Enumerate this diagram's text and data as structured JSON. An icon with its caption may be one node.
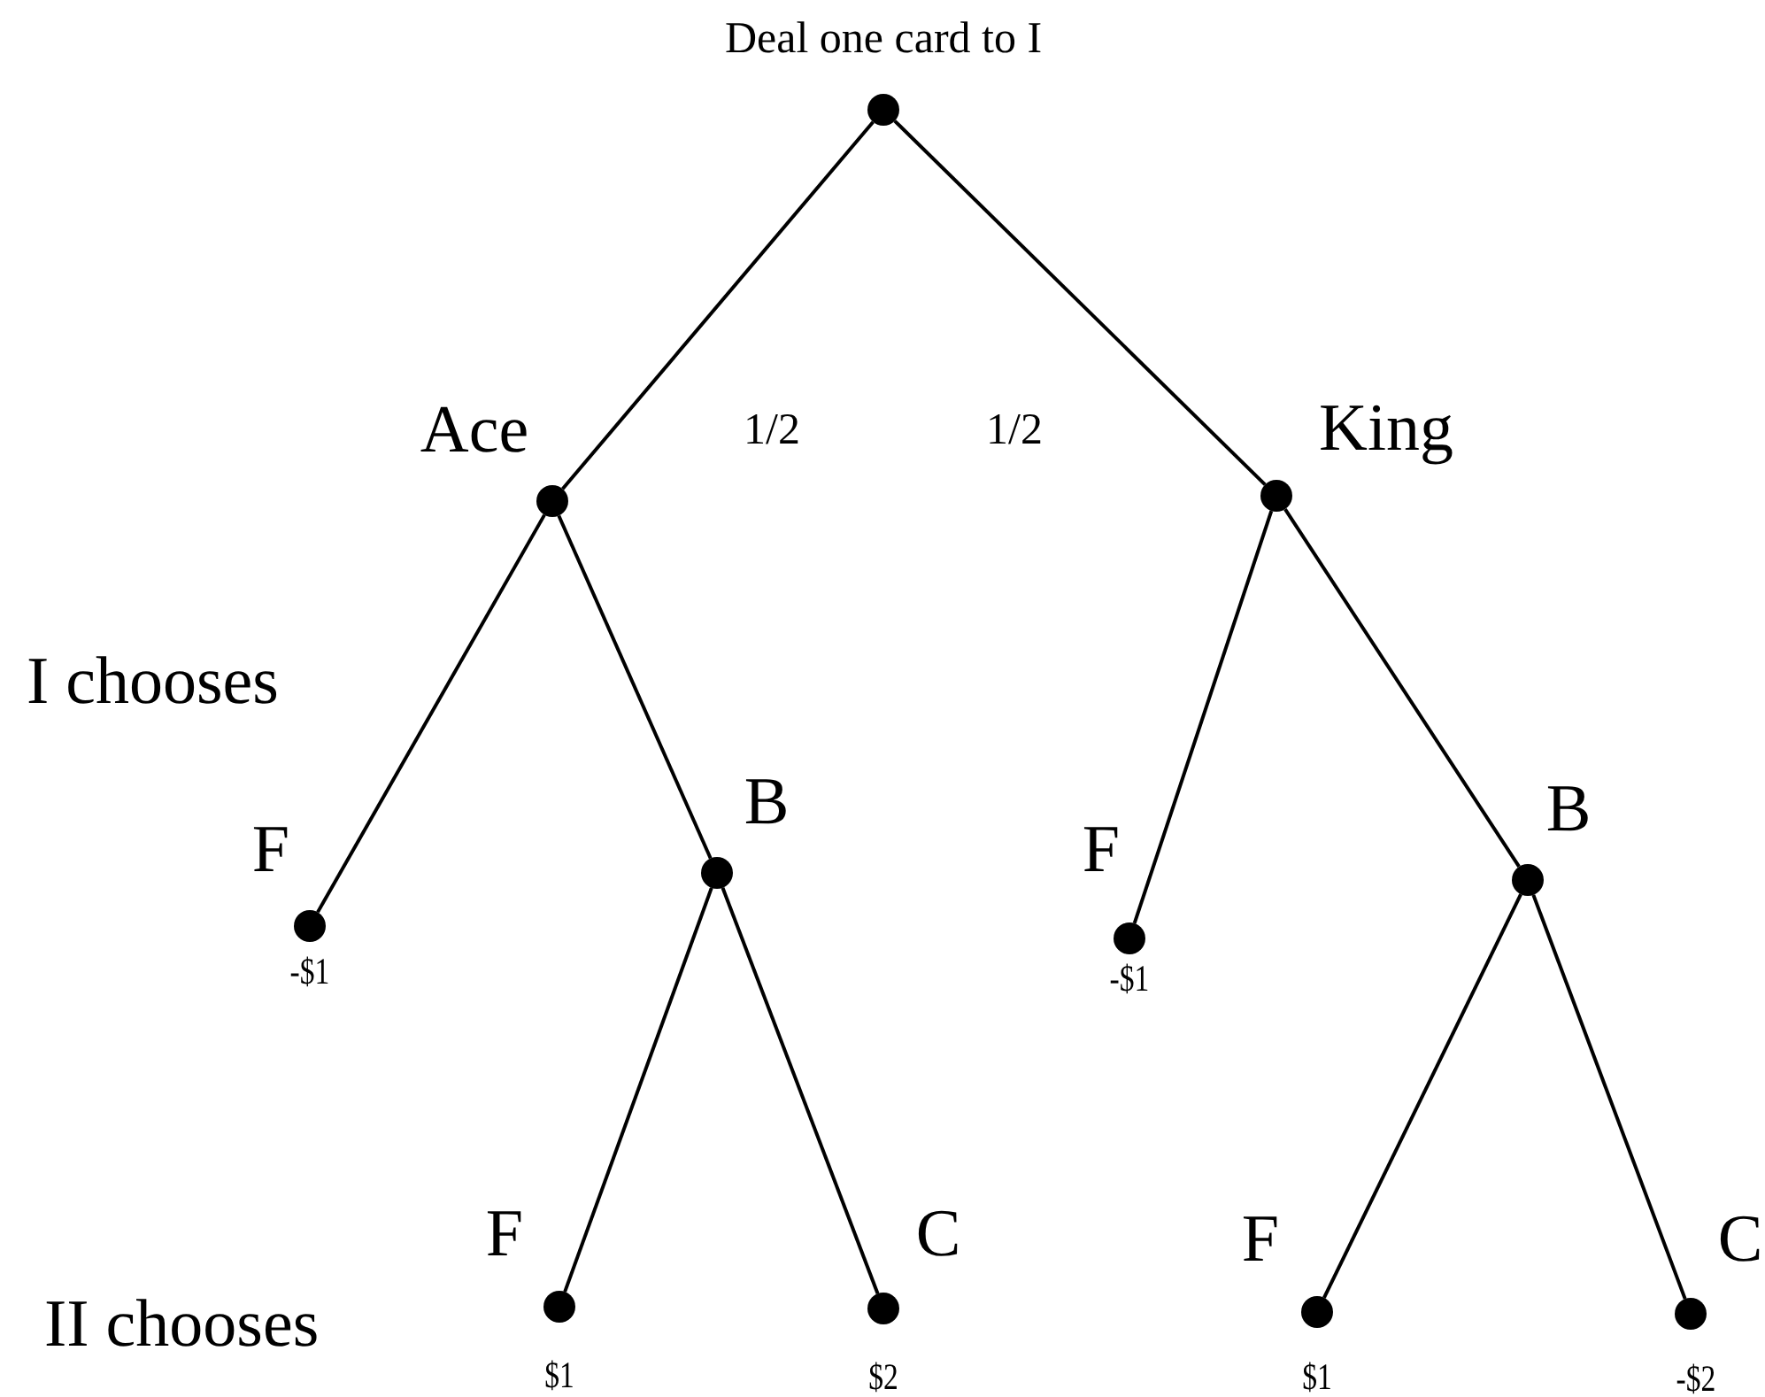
{
  "diagram": {
    "nodes": [
      {
        "text": [
          "Deal one card to I"
        ]
      },
      {
        "text": [
          "Ace"
        ]
      },
      {
        "text": [
          "King"
        ]
      },
      {
        "text": [
          "F"
        ],
        "beside": [
          "-$1"
        ]
      },
      {
        "text": [
          "B"
        ]
      },
      {
        "text": [
          "F"
        ],
        "beside": [
          "-$1"
        ]
      },
      {
        "text": [
          "B"
        ]
      },
      {
        "text": [
          "F"
        ],
        "beside": [
          "$1"
        ]
      },
      {
        "text": [
          "C"
        ],
        "beside": [
          "$2"
        ]
      },
      {
        "text": [
          "F"
        ],
        "beside": [
          "$1"
        ]
      },
      {
        "text": [
          "C"
        ],
        "beside": [
          "-$2"
        ]
      }
    ],
    "edges": [
      {
        "from": 0,
        "to": 1,
        "arrow": "none",
        "label": "1/2"
      },
      {
        "from": 0,
        "to": 2,
        "arrow": "none",
        "label": "1/2"
      },
      {
        "from": 1,
        "to": 3,
        "arrow": "none"
      },
      {
        "from": 1,
        "to": 4,
        "arrow": "none"
      },
      {
        "from": 2,
        "to": 5,
        "arrow": "none"
      },
      {
        "from": 2,
        "to": 6,
        "arrow": "none"
      },
      {
        "from": 4,
        "to": 7,
        "arrow": "none"
      },
      {
        "from": 4,
        "to": 8,
        "arrow": "none"
      },
      {
        "from": 6,
        "to": 9,
        "arrow": "none"
      },
      {
        "from": 6,
        "to": 10,
        "arrow": "none"
      }
    ],
    "labels": [
      "I chooses",
      "II chooses"
    ]
  }
}
